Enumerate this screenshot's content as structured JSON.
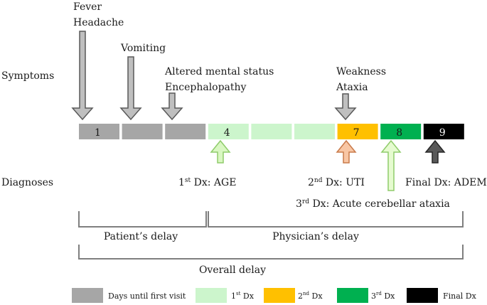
{
  "row_labels": {
    "symptoms": "Symptoms",
    "diagnoses": "Diagnoses"
  },
  "symptoms": [
    {
      "lines": [
        "Fever",
        "Headache"
      ],
      "day": 1
    },
    {
      "lines": [
        "Vomiting"
      ],
      "day": 2
    },
    {
      "lines": [
        "Altered mental status",
        "Encephalopathy"
      ],
      "day": 3
    },
    {
      "lines": [
        "Weakness",
        "Ataxia"
      ],
      "day": 7
    }
  ],
  "days": [
    {
      "day": 1,
      "label": "1",
      "category": "first_visit"
    },
    {
      "day": 2,
      "label": "",
      "category": "first_visit"
    },
    {
      "day": 3,
      "label": "",
      "category": "first_visit"
    },
    {
      "day": 4,
      "label": "4",
      "category": "dx1"
    },
    {
      "day": 5,
      "label": "",
      "category": "dx1"
    },
    {
      "day": 6,
      "label": "",
      "category": "dx1"
    },
    {
      "day": 7,
      "label": "7",
      "category": "dx2"
    },
    {
      "day": 8,
      "label": "8",
      "category": "dx3"
    },
    {
      "day": 9,
      "label": "9",
      "category": "final"
    }
  ],
  "diagnoses": [
    {
      "ord": "1",
      "sup": "st",
      "text": " Dx: AGE",
      "day": 4,
      "category": "dx1"
    },
    {
      "ord": "2",
      "sup": "nd",
      "text": " Dx: UTI",
      "day": 7,
      "category": "dx2"
    },
    {
      "ord": "3",
      "sup": "rd",
      "text": " Dx: Acute cerebellar ataxia",
      "day": 8,
      "category": "dx3"
    },
    {
      "ord": "",
      "sup": "",
      "text": "Final Dx: ADEM",
      "day": 9,
      "category": "final"
    }
  ],
  "delays": {
    "patient": "Patient’s delay",
    "physician": "Physician’s delay",
    "overall": "Overall delay"
  },
  "legend": [
    {
      "category": "first_visit",
      "label": "Days until first visit",
      "ord": "",
      "sup": ""
    },
    {
      "category": "dx1",
      "label": " Dx",
      "ord": "1",
      "sup": "st"
    },
    {
      "category": "dx2",
      "label": " Dx",
      "ord": "2",
      "sup": "nd"
    },
    {
      "category": "dx3",
      "label": " Dx",
      "ord": "3",
      "sup": "rd"
    },
    {
      "category": "final",
      "label": "Final Dx",
      "ord": "",
      "sup": ""
    }
  ],
  "colors": {
    "first_visit": "#a6a6a6",
    "dx1": "#ccf5cc",
    "dx2": "#ffc000",
    "dx3": "#00b050",
    "final": "#000000",
    "dx1_arrow": "#d9f7c2",
    "dx2_arrow": "#f8c6a4",
    "dx3_arrow": "#e6fbd0",
    "final_arrow": "#595959",
    "symptom_arrow": "#bfbfbf",
    "bracket": "#7f7f7f"
  }
}
